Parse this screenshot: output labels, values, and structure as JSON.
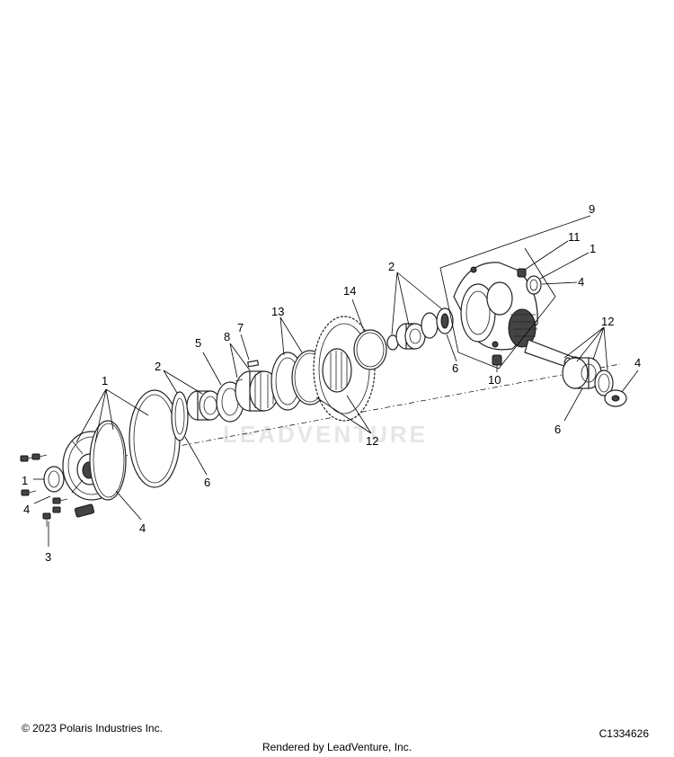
{
  "footer": {
    "copyright": "© 2023 Polaris Industries Inc.",
    "diagram_code": "C1334626",
    "rendered_by": "Rendered by LeadVenture, Inc."
  },
  "watermark": "LEADVENTURE",
  "callouts": {
    "c1a": "1",
    "c1b": "1",
    "c1c": "1",
    "c2a": "2",
    "c2b": "2",
    "c3": "3",
    "c4a": "4",
    "c4b": "4",
    "c4c": "4",
    "c4d": "4",
    "c5": "5",
    "c6a": "6",
    "c6b": "6",
    "c6c": "6",
    "c7": "7",
    "c8": "8",
    "c9": "9",
    "c10": "10",
    "c11": "11",
    "c12a": "12",
    "c12b": "12",
    "c13": "13",
    "c14": "14"
  }
}
